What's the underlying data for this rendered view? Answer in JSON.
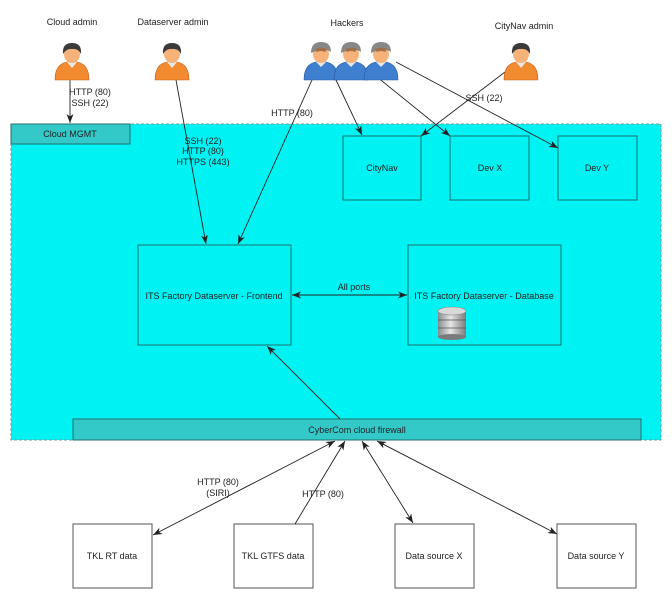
{
  "colors": {
    "cloud_fill": "#00f3f3",
    "band_fill": "#33c9c9",
    "box_stroke": "#1f6f6f",
    "line": "#222222",
    "admin_shirt": "#f28a30",
    "hacker_shirt": "#3f7fcf"
  },
  "actors": {
    "cloud_admin": "Cloud admin",
    "dataserver_admin": "Dataserver admin",
    "hackers": "Hackers",
    "citynav_admin": "CityNav admin"
  },
  "cloud": {
    "mgmt_label": "Cloud MGMT",
    "firewall_label": "CyberCom cloud firewall",
    "boxes": {
      "citynav": "CityNav",
      "dev_x": "Dev X",
      "dev_y": "Dev Y",
      "frontend": "ITS Factory Dataserver - Frontend",
      "database": "ITS Factory Dataserver - Database"
    }
  },
  "sources": {
    "tkl_rt": "TKL RT data",
    "tkl_gtfs": "TKL GTFS data",
    "source_x": "Data source X",
    "source_y": "Data source Y"
  },
  "edge_labels": {
    "cloud_admin": [
      "HTTP (80)",
      "SSH (22)"
    ],
    "dataserver_admin": [
      "SSH (22)",
      "HTTP (80)",
      "HTTPS (443)"
    ],
    "hackers_frontend": "HTTP (80)",
    "citynav_admin": "SSH (22)",
    "all_ports": "All ports",
    "tkl_rt": [
      "HTTP (80)",
      "(SIRI)"
    ],
    "tkl_gtfs": "HTTP (80)"
  }
}
